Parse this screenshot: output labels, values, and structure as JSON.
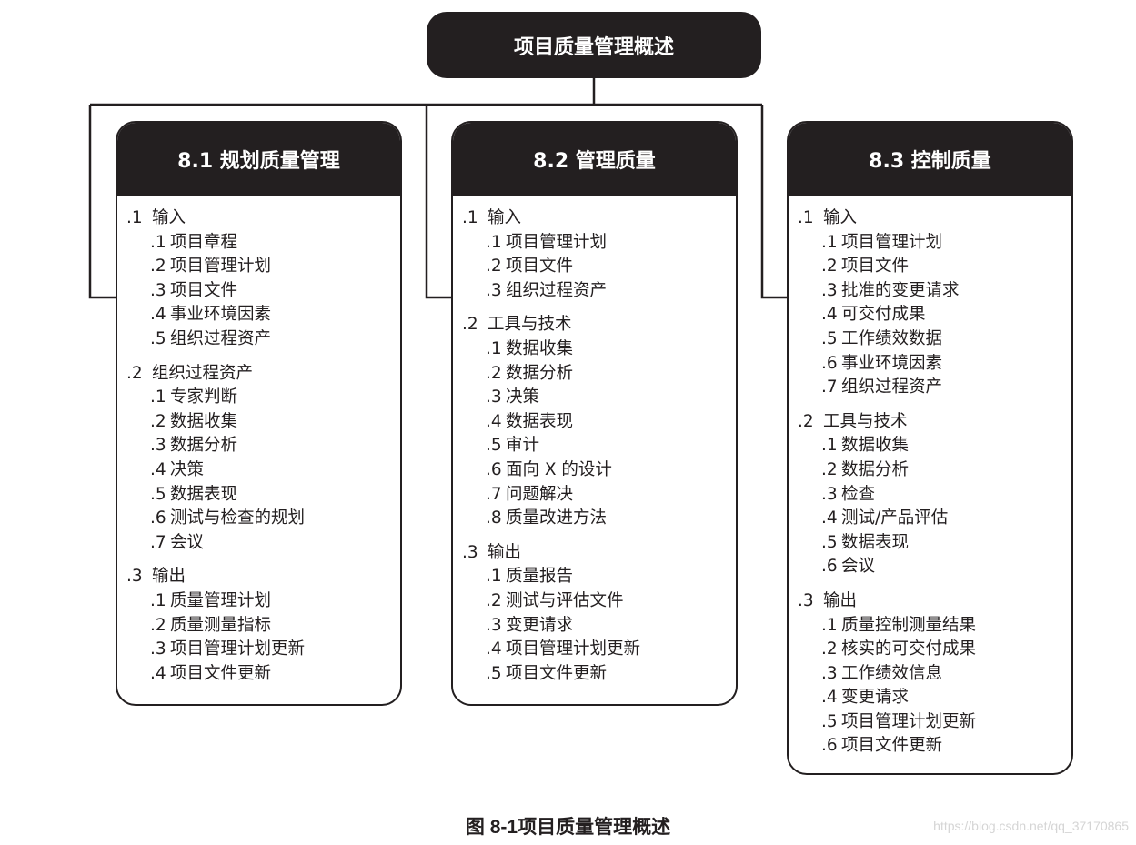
{
  "root": {
    "title": "项目质量管理概述"
  },
  "processes": [
    {
      "title": "8.1 规划质量管理",
      "groups": [
        {
          "num": ".1",
          "label": "输入",
          "items": [
            {
              "num": ".1",
              "label": "项目章程"
            },
            {
              "num": ".2",
              "label": "项目管理计划"
            },
            {
              "num": ".3",
              "label": "项目文件"
            },
            {
              "num": ".4",
              "label": "事业环境因素"
            },
            {
              "num": ".5",
              "label": "组织过程资产"
            }
          ]
        },
        {
          "num": ".2",
          "label": "组织过程资产",
          "items": [
            {
              "num": ".1",
              "label": "专家判断"
            },
            {
              "num": ".2",
              "label": "数据收集"
            },
            {
              "num": ".3",
              "label": "数据分析"
            },
            {
              "num": ".4",
              "label": "决策"
            },
            {
              "num": ".5",
              "label": "数据表现"
            },
            {
              "num": ".6",
              "label": "测试与检查的规划"
            },
            {
              "num": ".7",
              "label": "会议"
            }
          ]
        },
        {
          "num": ".3",
          "label": "输出",
          "items": [
            {
              "num": ".1",
              "label": "质量管理计划"
            },
            {
              "num": ".2",
              "label": "质量测量指标"
            },
            {
              "num": ".3",
              "label": "项目管理计划更新"
            },
            {
              "num": ".4",
              "label": "项目文件更新"
            }
          ]
        }
      ]
    },
    {
      "title": "8.2 管理质量",
      "groups": [
        {
          "num": ".1",
          "label": "输入",
          "items": [
            {
              "num": ".1",
              "label": "项目管理计划"
            },
            {
              "num": ".2",
              "label": "项目文件"
            },
            {
              "num": ".3",
              "label": "组织过程资产"
            }
          ]
        },
        {
          "num": ".2",
          "label": "工具与技术",
          "items": [
            {
              "num": ".1",
              "label": "数据收集"
            },
            {
              "num": ".2",
              "label": "数据分析"
            },
            {
              "num": ".3",
              "label": "决策"
            },
            {
              "num": ".4",
              "label": "数据表现"
            },
            {
              "num": ".5",
              "label": "审计"
            },
            {
              "num": ".6",
              "label": "面向 X 的设计"
            },
            {
              "num": ".7",
              "label": "问题解决"
            },
            {
              "num": ".8",
              "label": "质量改进方法"
            }
          ]
        },
        {
          "num": ".3",
          "label": "输出",
          "items": [
            {
              "num": ".1",
              "label": "质量报告"
            },
            {
              "num": ".2",
              "label": "测试与评估文件"
            },
            {
              "num": ".3",
              "label": "变更请求"
            },
            {
              "num": ".4",
              "label": "项目管理计划更新"
            },
            {
              "num": ".5",
              "label": "项目文件更新"
            }
          ]
        }
      ]
    },
    {
      "title": "8.3 控制质量",
      "groups": [
        {
          "num": ".1",
          "label": "输入",
          "items": [
            {
              "num": ".1",
              "label": "项目管理计划"
            },
            {
              "num": ".2",
              "label": "项目文件"
            },
            {
              "num": ".3",
              "label": "批准的变更请求"
            },
            {
              "num": ".4",
              "label": "可交付成果"
            },
            {
              "num": ".5",
              "label": "工作绩效数据"
            },
            {
              "num": ".6",
              "label": "事业环境因素"
            },
            {
              "num": ".7",
              "label": "组织过程资产"
            }
          ]
        },
        {
          "num": ".2",
          "label": "工具与技术",
          "items": [
            {
              "num": ".1",
              "label": "数据收集"
            },
            {
              "num": ".2",
              "label": "数据分析"
            },
            {
              "num": ".3",
              "label": "检查"
            },
            {
              "num": ".4",
              "label": "测试/产品评估"
            },
            {
              "num": ".5",
              "label": "数据表现"
            },
            {
              "num": ".6",
              "label": "会议"
            }
          ]
        },
        {
          "num": ".3",
          "label": "输出",
          "items": [
            {
              "num": ".1",
              "label": "质量控制测量结果"
            },
            {
              "num": ".2",
              "label": "核实的可交付成果"
            },
            {
              "num": ".3",
              "label": "工作绩效信息"
            },
            {
              "num": ".4",
              "label": "变更请求"
            },
            {
              "num": ".5",
              "label": "项目管理计划更新"
            },
            {
              "num": ".6",
              "label": "项目文件更新"
            }
          ]
        }
      ]
    }
  ],
  "caption": "图 8-1项目质量管理概述",
  "watermark": "https://blog.csdn.net/qq_37170865"
}
